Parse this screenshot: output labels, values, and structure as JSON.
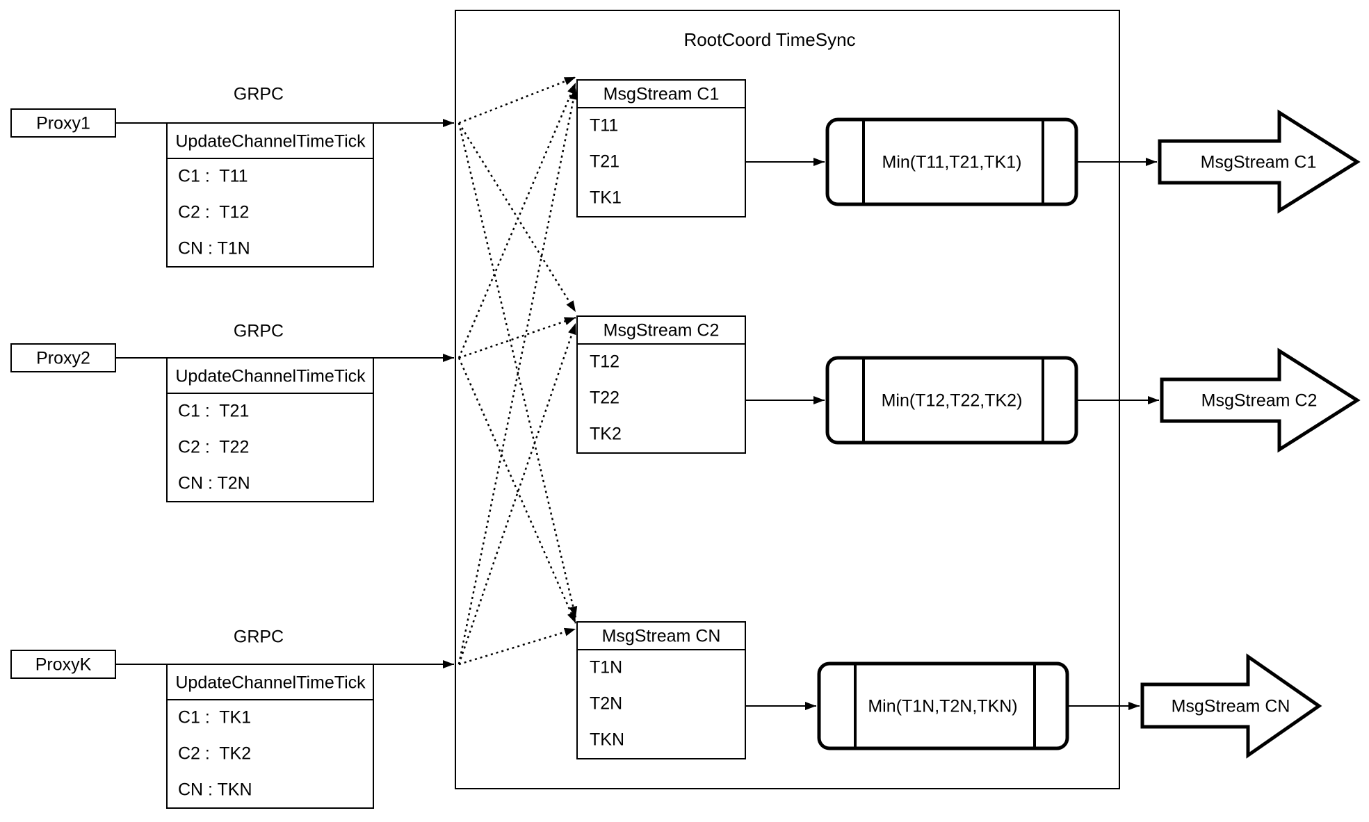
{
  "rootcoord": {
    "title": "RootCoord TimeSync"
  },
  "grpc_label": "GRPC",
  "update_table_header": "UpdateChannelTimeTick",
  "proxies": [
    {
      "label": "Proxy1",
      "rows": [
        "C1 :  T11",
        "C2 :  T12",
        "CN : T1N"
      ]
    },
    {
      "label": "Proxy2",
      "rows": [
        "C1 :  T21",
        "C2 :  T22",
        "CN : T2N"
      ]
    },
    {
      "label": "ProxyK",
      "rows": [
        "C1 :  TK1",
        "C2 :  TK2",
        "CN : TKN"
      ]
    }
  ],
  "streams": [
    {
      "header": "MsgStream C1",
      "rows": [
        "T11",
        "T21",
        "TK1"
      ],
      "min": "Min(T11,T21,TK1)",
      "output": "MsgStream C1"
    },
    {
      "header": "MsgStream C2",
      "rows": [
        "T12",
        "T22",
        "TK2"
      ],
      "min": "Min(T12,T22,TK2)",
      "output": "MsgStream C2"
    },
    {
      "header": "MsgStream CN",
      "rows": [
        "T1N",
        "T2N",
        "TKN"
      ],
      "min": "Min(T1N,T2N,TKN)",
      "output": "MsgStream CN"
    }
  ],
  "colors": {
    "stroke": "#000000",
    "background": "#ffffff"
  }
}
